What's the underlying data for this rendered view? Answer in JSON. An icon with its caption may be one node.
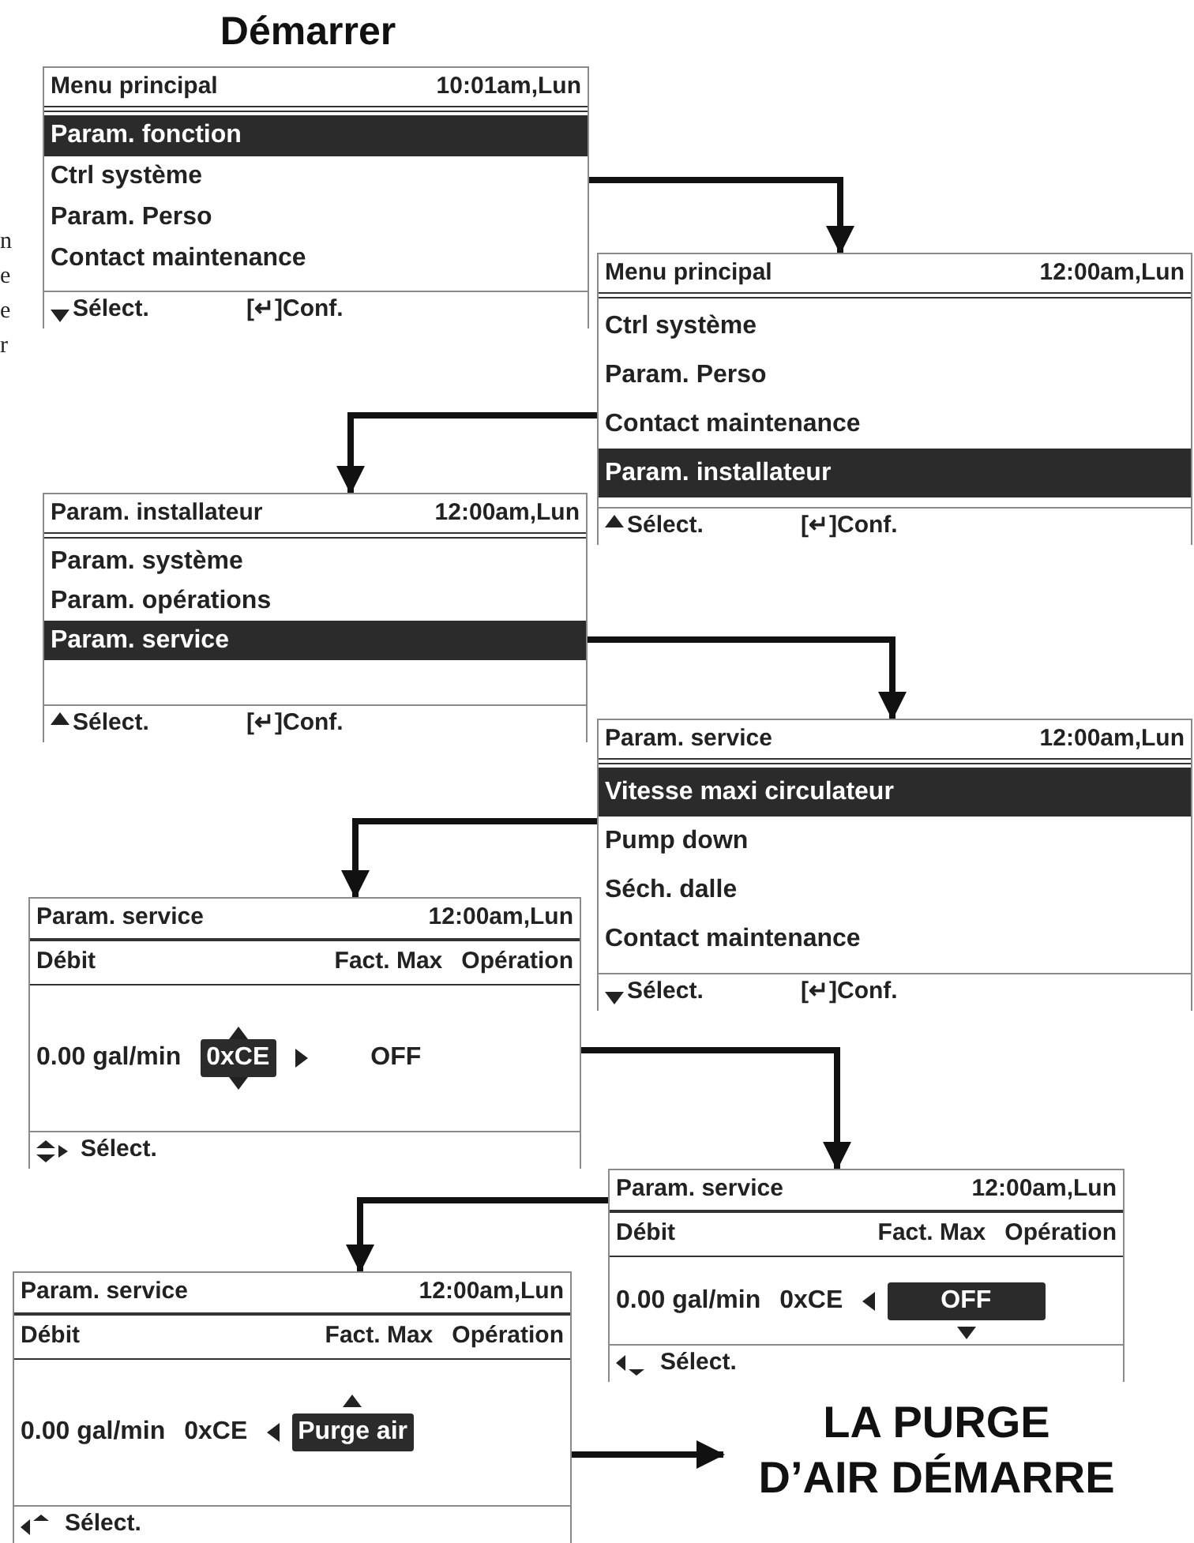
{
  "diagram": {
    "title": "Démarrer",
    "nodes": [
      {
        "text": [
          "Menu principal",
          "10:01am,Lun",
          "Param. fonction",
          "Ctrl système",
          "Param. Perso",
          "Contact maintenance",
          "Sélect.",
          "[↵]Conf."
        ]
      },
      {
        "text": [
          "Menu principal",
          "12:00am,Lun",
          "Ctrl système",
          "Param. Perso",
          "Contact maintenance",
          "Param. installateur",
          "Sélect.",
          "[↵]Conf."
        ]
      },
      {
        "text": [
          "Param. installateur",
          "12:00am,Lun",
          "Param. système",
          "Param. opérations",
          "Param. service",
          "Sélect.",
          "[↵]Conf."
        ]
      },
      {
        "text": [
          "Param. service",
          "12:00am,Lun",
          "Vitesse maxi circulateur",
          "Pump down",
          "Séch. dalle",
          "Contact maintenance",
          "Sélect.",
          "[↵]Conf."
        ]
      },
      {
        "text": [
          "Param. service",
          "12:00am,Lun",
          "Débit",
          "Fact. Max",
          "Opération",
          "0.00 gal/min",
          "0xCE",
          "OFF",
          "Sélect."
        ]
      },
      {
        "text": [
          "Param. service",
          "12:00am,Lun",
          "Débit",
          "Fact. Max",
          "Opération",
          "0.00 gal/min",
          "0xCE",
          "OFF",
          "Sélect."
        ]
      },
      {
        "text": [
          "Param. service",
          "12:00am,Lun",
          "Débit",
          "Fact. Max",
          "Opération",
          "0.00 gal/min",
          "0xCE",
          "Purge air",
          "Sélect."
        ]
      },
      {
        "text": [
          "LA PURGE D’AIR DÉMARRE"
        ]
      }
    ],
    "edges": [
      {
        "from": 0,
        "to": 1,
        "arrow": "to"
      },
      {
        "from": 1,
        "to": 2,
        "arrow": "to"
      },
      {
        "from": 2,
        "to": 3,
        "arrow": "to"
      },
      {
        "from": 3,
        "to": 4,
        "arrow": "to"
      },
      {
        "from": 4,
        "to": 5,
        "arrow": "to"
      },
      {
        "from": 5,
        "to": 6,
        "arrow": "to"
      },
      {
        "from": 6,
        "to": 7,
        "arrow": "to"
      }
    ],
    "labels": [
      "n",
      "e",
      "e",
      "r"
    ]
  }
}
